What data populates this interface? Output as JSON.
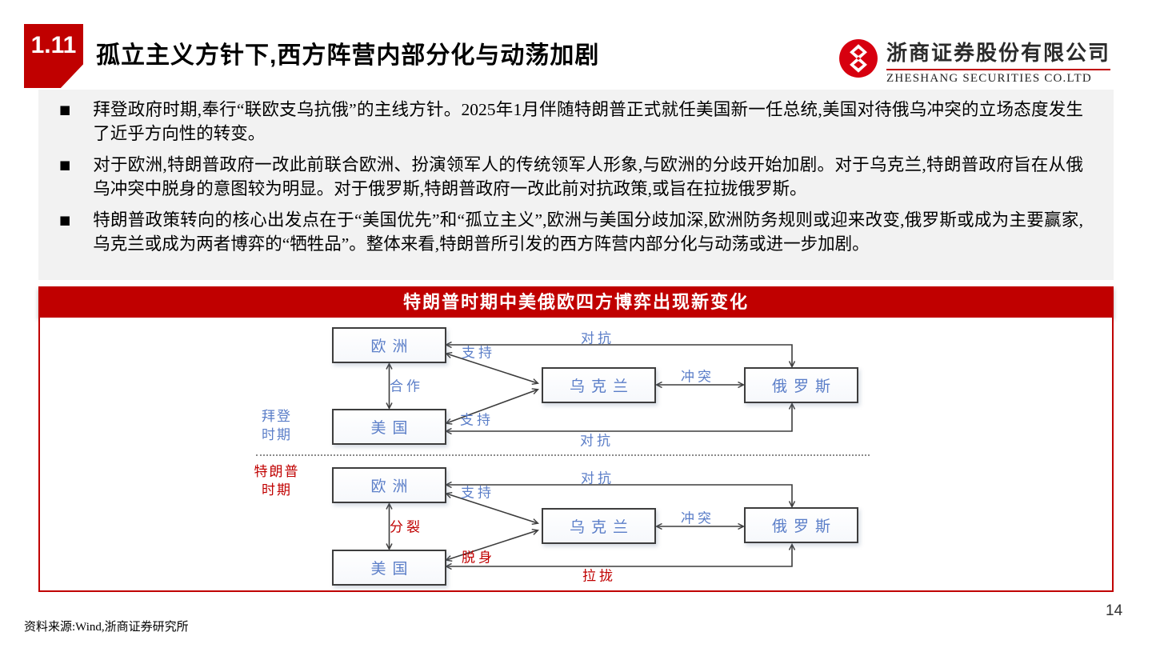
{
  "slide": {
    "section_number": "1.11",
    "title": "孤立主义方针下,西方阵营内部分化与动荡加剧",
    "page_number": "14",
    "source_note": "资料来源:Wind,浙商证券研究所"
  },
  "logo": {
    "company_cn": "浙商证券股份有限公司",
    "company_en": "ZHESHANG SECURITIES CO.LTD"
  },
  "bullets": [
    "拜登政府时期,奉行“联欧支乌抗俄”的主线方针。2025年1月伴随特朗普正式就任美国新一任总统,美国对待俄乌冲突的立场态度发生了近乎方向性的转变。",
    "对于欧洲,特朗普政府一改此前联合欧洲、扮演领军人的传统领军人形象,与欧洲的分歧开始加剧。对于乌克兰,特朗普政府旨在从俄乌冲突中脱身的意图较为明显。对于俄罗斯,特朗普政府一改此前对抗政策,或旨在拉拢俄罗斯。",
    "特朗普政策转向的核心出发点在于“美国优先”和“孤立主义”,欧洲与美国分歧加深,欧洲防务规则或迎来改变,俄罗斯或成为主要赢家,乌克兰或成为两者博弈的“牺牲品”。整体来看,特朗普所引发的西方阵营内部分化与动荡或进一步加剧。"
  ],
  "figure": {
    "title": "特朗普时期中美俄欧四方博弈出现新变化",
    "biden": {
      "period_l1": "拜登",
      "period_l2": "时期",
      "europe": "欧洲",
      "usa": "美国",
      "ukraine": "乌克兰",
      "russia": "俄罗斯",
      "coop": "合作",
      "support_top": "支持",
      "support_bottom": "支持",
      "confront_top": "对抗",
      "confront_bottom": "对抗",
      "conflict": "冲突"
    },
    "trump": {
      "period_l1": "特朗普",
      "period_l2": "时期",
      "europe": "欧洲",
      "usa": "美国",
      "ukraine": "乌克兰",
      "russia": "俄罗斯",
      "split": "分裂",
      "support": "支持",
      "disengage": "脱身",
      "confront": "对抗",
      "court": "拉拢",
      "conflict": "冲突"
    }
  },
  "colors": {
    "accent_red": "#C00000",
    "diagram_blue": "#5B7EC8",
    "diagram_red": "#C00000",
    "panel_gray": "#F2F2F2"
  }
}
